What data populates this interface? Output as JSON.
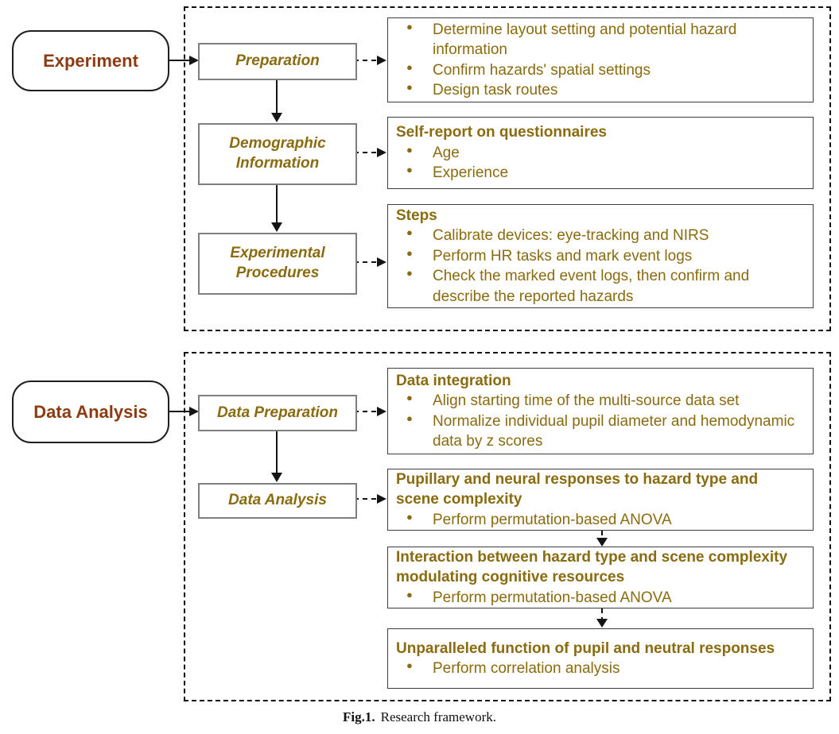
{
  "colors": {
    "brown": "#8c3c10",
    "olive": "#8a6b0f",
    "stage_border": "#7f7f7f"
  },
  "sections": {
    "experiment": {
      "stage": "Experiment",
      "step1": "Preparation",
      "step2": "Demographic Information",
      "step3": "Experimental Procedures",
      "box1": {
        "bullets": [
          "Determine layout setting and potential hazard information",
          "Confirm hazards' spatial settings",
          "Design task routes"
        ]
      },
      "box2": {
        "heading": "Self-report on questionnaires",
        "bullets": [
          "Age",
          "Experience"
        ]
      },
      "box3": {
        "heading": "Steps",
        "bullets": [
          "Calibrate devices: eye-tracking and NIRS",
          "Perform HR tasks and mark event logs",
          "Check the marked event logs, then confirm and describe the reported hazards"
        ]
      }
    },
    "analysis": {
      "stage": "Data Analysis",
      "step1": "Data Preparation",
      "step2": "Data Analysis",
      "box1": {
        "heading": "Data integration",
        "bullets": [
          "Align starting time of the multi-source data set",
          "Normalize individual pupil diameter and hemodynamic data by z scores"
        ]
      },
      "box2": {
        "heading": "Pupillary and neural responses to hazard type and scene complexity",
        "bullets": [
          "Perform permutation-based ANOVA"
        ]
      },
      "box3": {
        "heading": "Interaction between hazard type and scene complexity modulating cognitive resources",
        "bullets": [
          "Perform permutation-based ANOVA"
        ]
      },
      "box4": {
        "heading": "Unparalleled function of pupil and neutral responses",
        "bullets": [
          "Perform correlation analysis"
        ]
      }
    }
  },
  "caption": {
    "fig_label": "Fig.1.",
    "text": "Research framework."
  }
}
